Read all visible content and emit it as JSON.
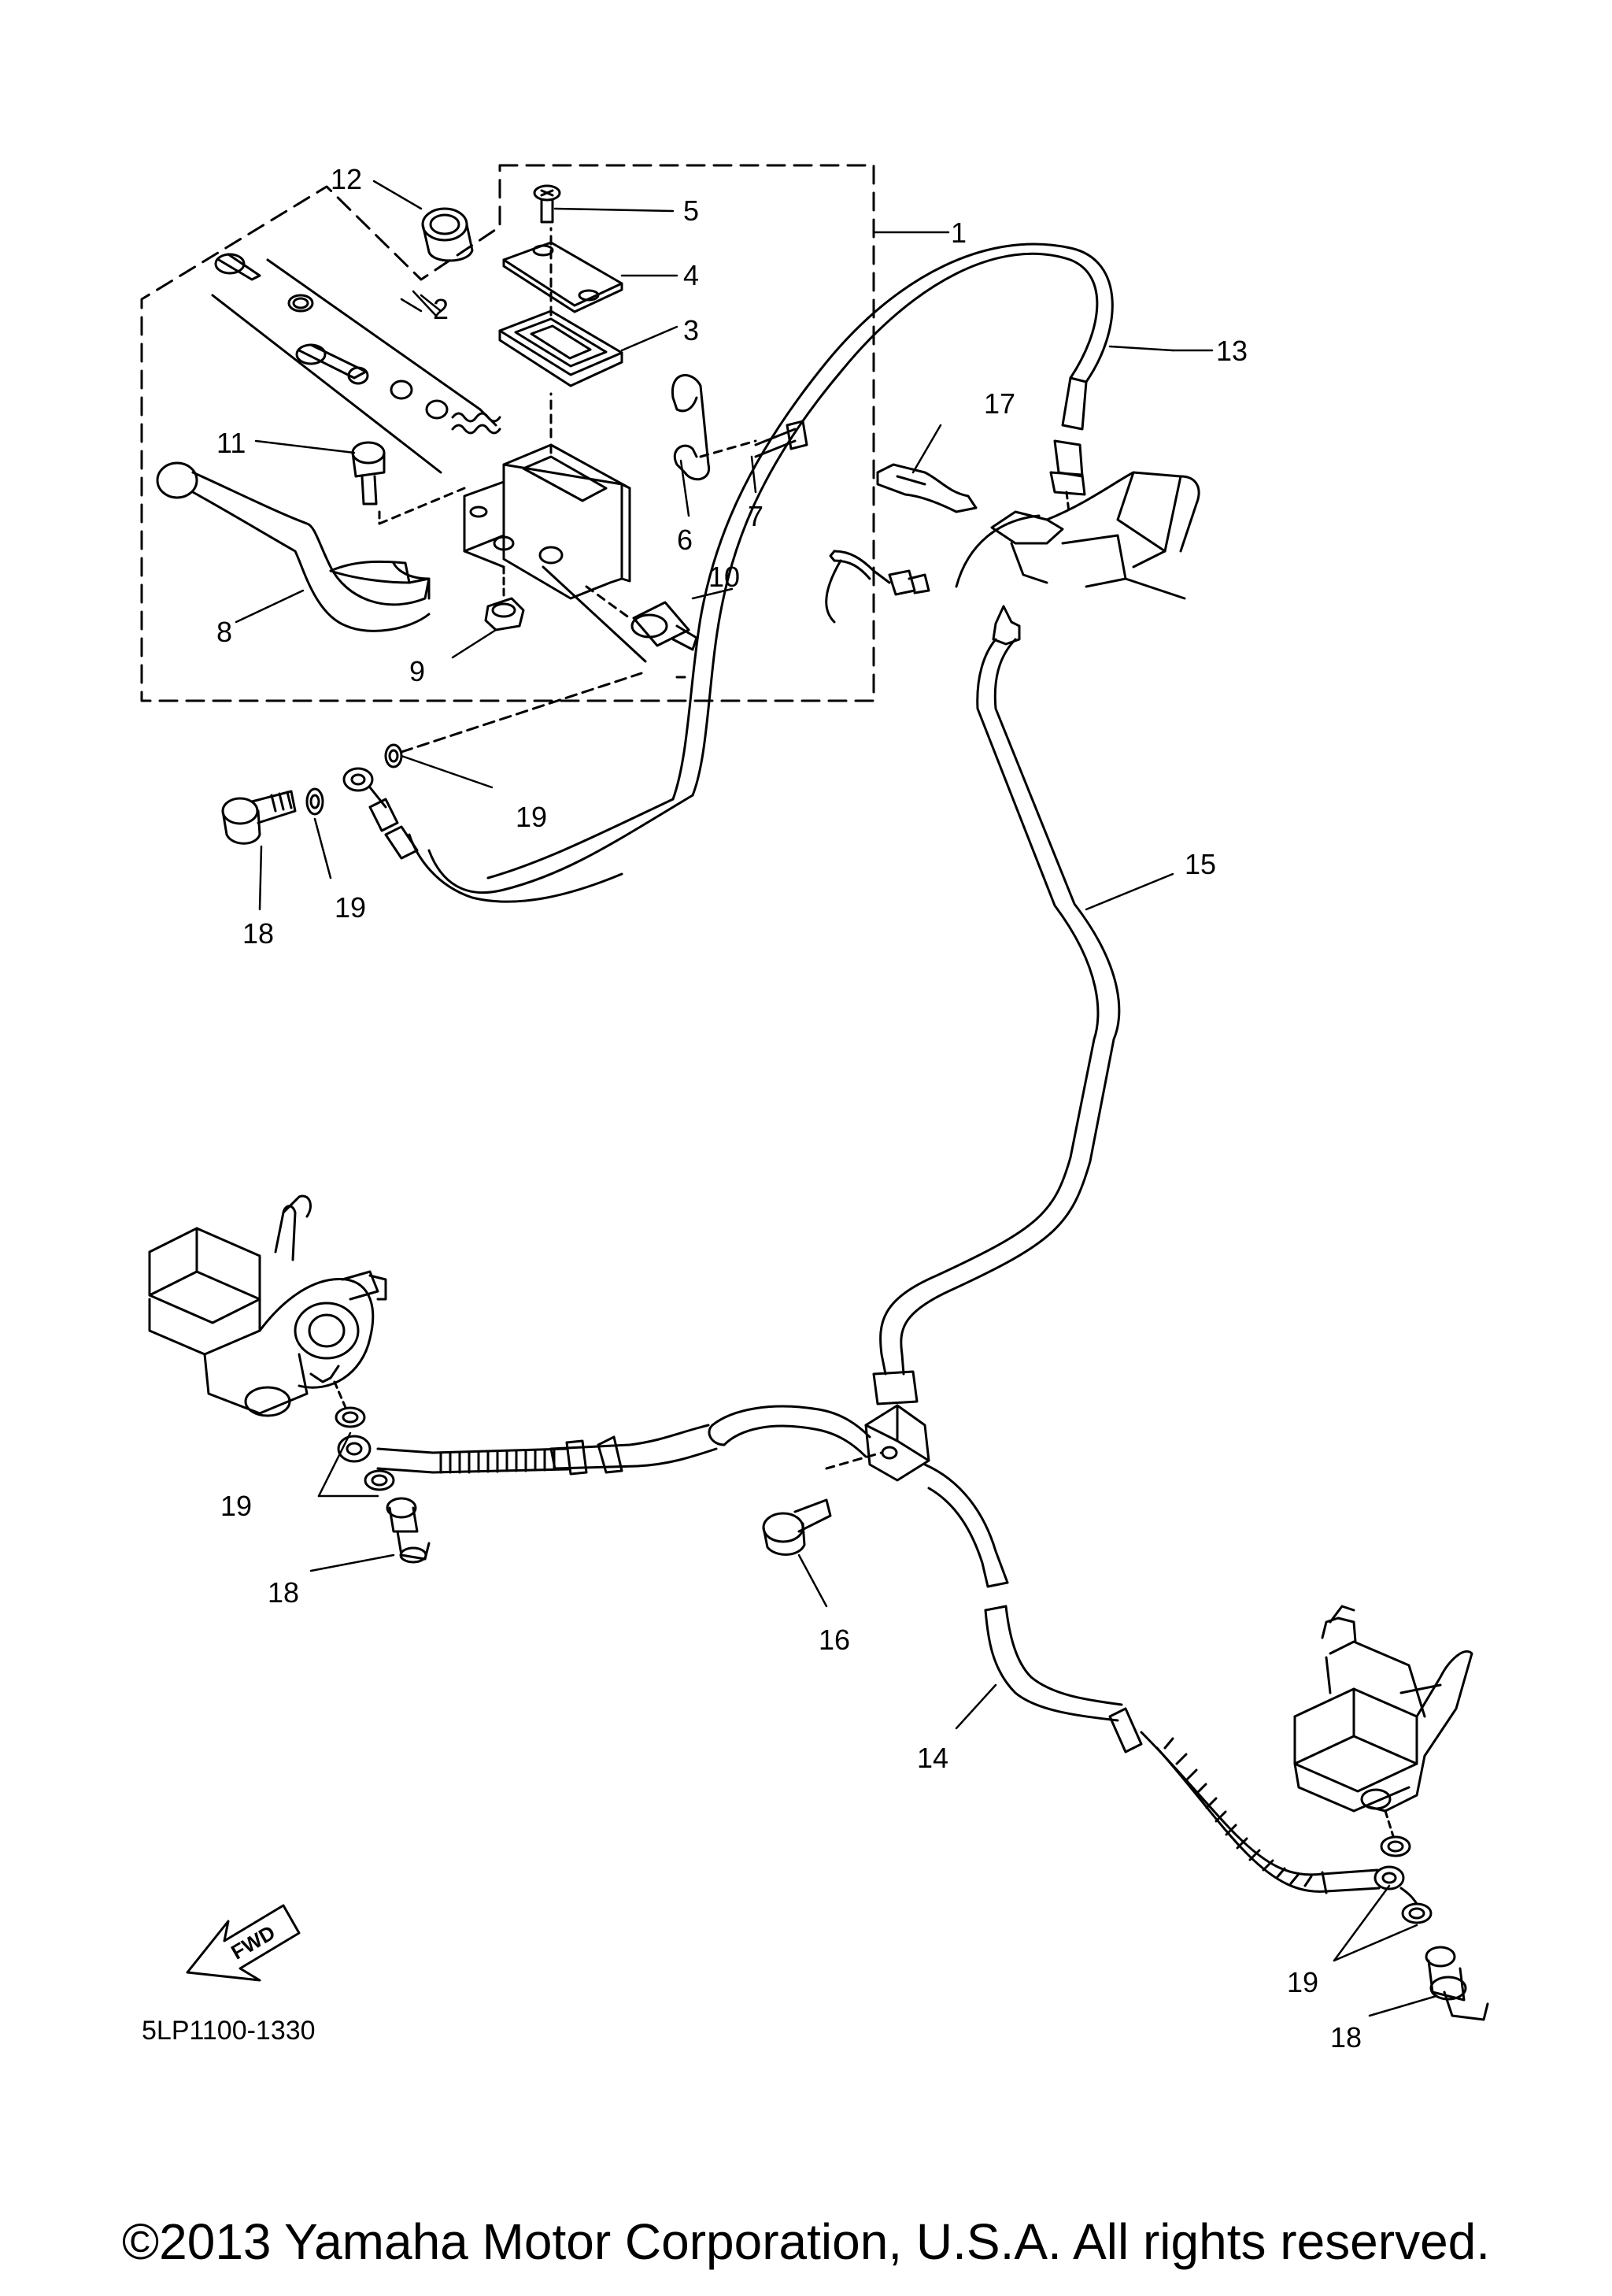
{
  "diagram": {
    "callouts": [
      "1",
      "2",
      "3",
      "4",
      "5",
      "6",
      "7",
      "8",
      "9",
      "10",
      "11",
      "12",
      "13",
      "14",
      "15",
      "16",
      "17",
      "18",
      "19"
    ],
    "diagram_code": "5LP1100-1330",
    "fwd_label": "FWD",
    "copyright": "©2013 Yamaha Motor Corporation, U.S.A. All rights reserved."
  }
}
